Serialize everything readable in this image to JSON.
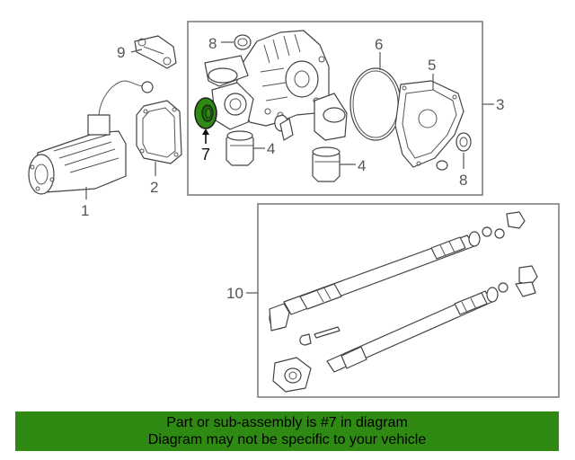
{
  "diagram": {
    "callouts": [
      "1",
      "2",
      "3",
      "4",
      "4",
      "5",
      "6",
      "7",
      "8",
      "8",
      "9",
      "10"
    ],
    "highlight_color": "#2f8a13"
  },
  "banner": {
    "line1": "Part or sub-assembly is #7 in diagram",
    "line2": "Diagram may not be specific to your vehicle",
    "color": "#2f8a13"
  }
}
